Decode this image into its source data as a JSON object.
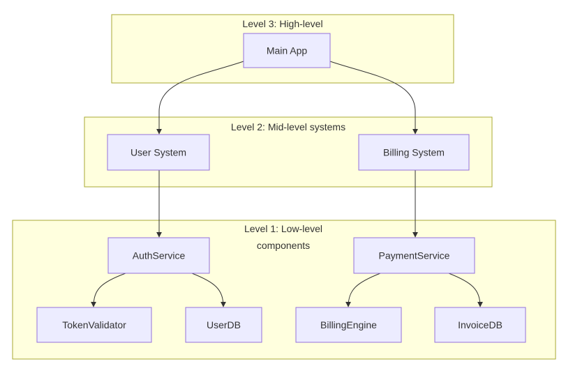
{
  "diagram": {
    "colors": {
      "cluster_fill": "#ffffde",
      "cluster_stroke": "#aaaa33",
      "node_fill": "#ececff",
      "node_stroke": "#9370db",
      "edge": "#333333",
      "text": "#333333"
    },
    "clusters": {
      "level3": {
        "label": "Level 3: High-level"
      },
      "level2": {
        "label": "Level 2: Mid-level systems"
      },
      "level1": {
        "label_line1": "Level 1: Low-level",
        "label_line2": "components"
      }
    },
    "nodes": {
      "main_app": "Main App",
      "user_system": "User System",
      "billing_system": "Billing System",
      "auth_service": "AuthService",
      "payment_service": "PaymentService",
      "token_validator": "TokenValidator",
      "user_db": "UserDB",
      "billing_engine": "BillingEngine",
      "invoice_db": "InvoiceDB"
    },
    "edges": [
      {
        "from": "Main App",
        "to": "User System"
      },
      {
        "from": "Main App",
        "to": "Billing System"
      },
      {
        "from": "User System",
        "to": "AuthService"
      },
      {
        "from": "Billing System",
        "to": "PaymentService"
      },
      {
        "from": "AuthService",
        "to": "TokenValidator"
      },
      {
        "from": "AuthService",
        "to": "UserDB"
      },
      {
        "from": "PaymentService",
        "to": "BillingEngine"
      },
      {
        "from": "PaymentService",
        "to": "InvoiceDB"
      }
    ]
  }
}
